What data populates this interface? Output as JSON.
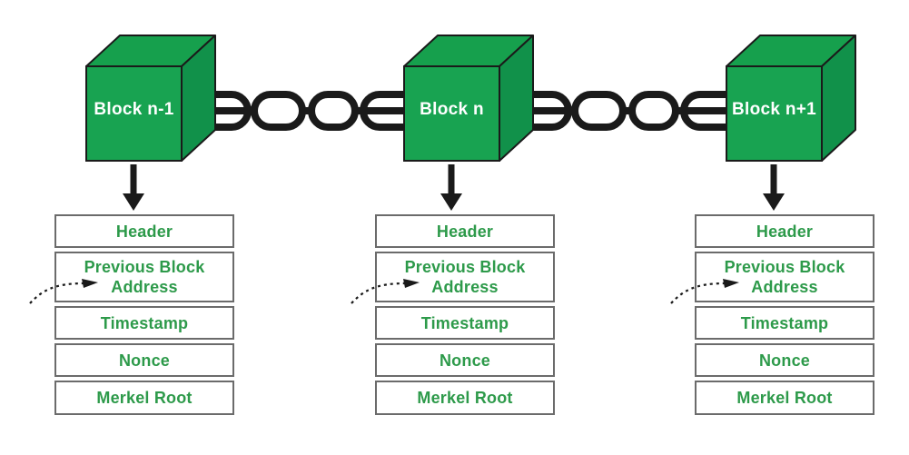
{
  "diagram": {
    "blocks": [
      {
        "label": "Block n-1"
      },
      {
        "label": "Block n"
      },
      {
        "label": "Block n+1"
      }
    ],
    "block_fields": [
      "Header",
      "Previous Block Address",
      "Timestamp",
      "Nonce",
      "Merkel Root"
    ],
    "colors": {
      "cube_front": "#18A351",
      "cube_top": "#16A04D",
      "cube_side": "#11914A",
      "cube_outline": "#1a1a1a",
      "cube_label_text": "#ffffff",
      "field_text": "#2D9A4A",
      "box_border": "#6b6b6b",
      "box_fill": "#ffffff",
      "chain": "#1a1a1a",
      "arrow": "#1a1a1a"
    }
  }
}
